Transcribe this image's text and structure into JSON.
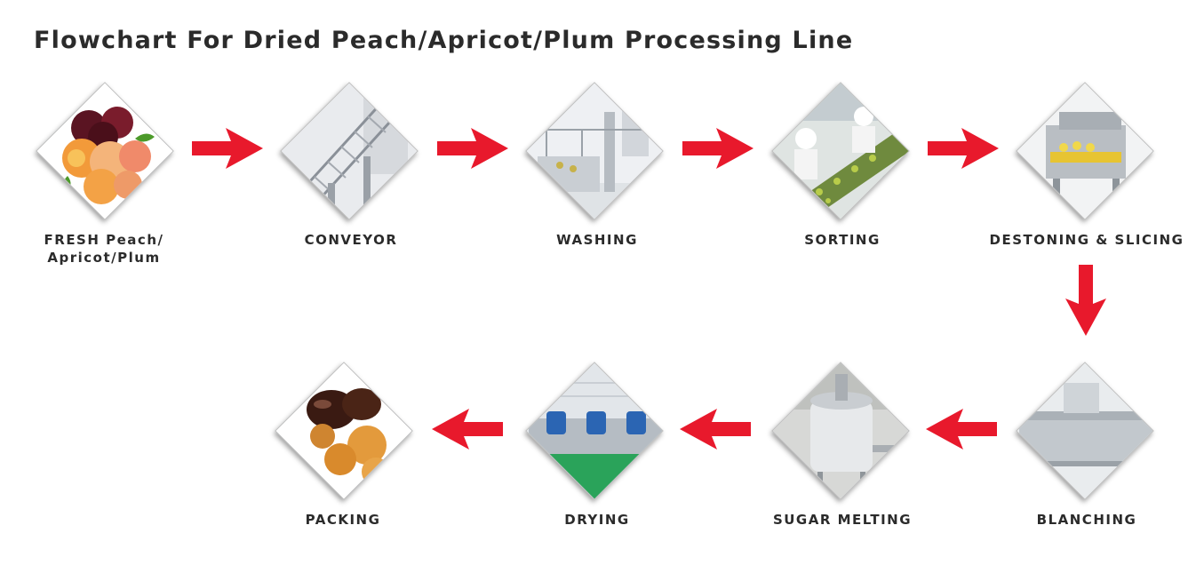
{
  "title": "Flowchart For Dried Peach/Apricot/Plum Processing Line",
  "steps": [
    {
      "name": "FRESH Peach/",
      "name_line2": "Apricot/Plum",
      "photo": "fresh-fruit"
    },
    {
      "name": "CONVEYOR",
      "photo": "conveyor-machine"
    },
    {
      "name": "WASHING",
      "photo": "washing-machine"
    },
    {
      "name": "SORTING",
      "photo": "sorting-workers"
    },
    {
      "name": "DESTONING & SLICING",
      "photo": "destoning-machine"
    },
    {
      "name": "BLANCHING",
      "photo": "blanching-tank"
    },
    {
      "name": "SUGAR MELTING",
      "photo": "sugar-tank"
    },
    {
      "name": "DRYING",
      "photo": "drying-line"
    },
    {
      "name": "PACKING",
      "photo": "dried-fruit"
    }
  ],
  "colors": {
    "arrow": "#e8192c",
    "text": "#2b2b2b",
    "photo_border": "#bdbdbd"
  }
}
